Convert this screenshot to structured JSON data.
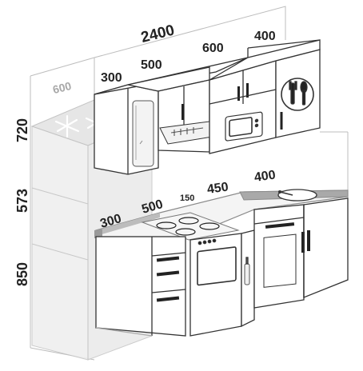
{
  "dimensions": {
    "total_width": "2400",
    "upper": [
      "300",
      "500",
      "600",
      "400"
    ],
    "fridge_depth": "600",
    "lower": [
      "300",
      "500",
      "150",
      "450",
      "400"
    ],
    "heights": [
      "720",
      "573",
      "850"
    ]
  },
  "colors": {
    "line": "#333333",
    "light_line": "#b8b8b8",
    "fridge_fill": "#eaeaea",
    "counter_fill": "#f4f4f4",
    "counter_edge": "#8a8a8a",
    "dim_text": "#222222",
    "gray_text": "#a8a8a8"
  },
  "icons": [
    "snowflake-icon",
    "cutlery-icon",
    "range-hood-icon",
    "microwave-icon",
    "oven-icon",
    "sink-icon",
    "bottle-icon"
  ]
}
